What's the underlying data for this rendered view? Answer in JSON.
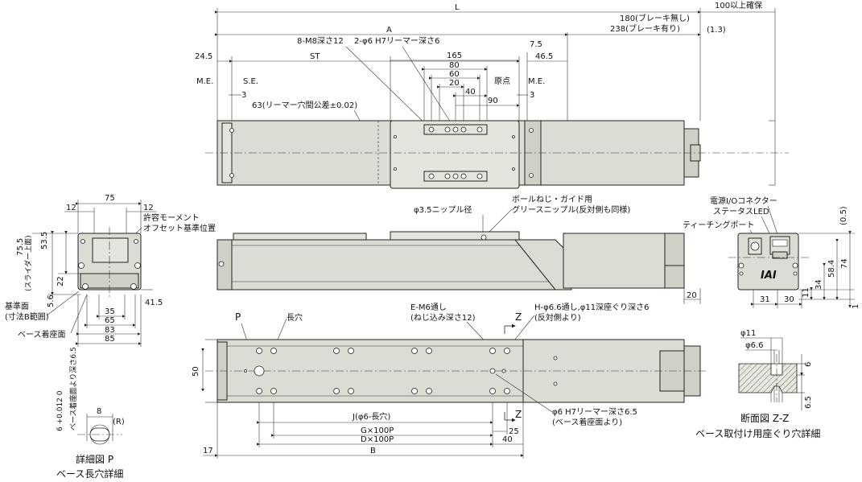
{
  "top_view": {
    "L": "L",
    "A": "A",
    "beyond": "100以上確保",
    "brake_none": "180(ブレーキ無し)",
    "brake_with": "238(ブレーキ有り)",
    "offset": "(1.3)",
    "d24_5": "24.5",
    "ST": "ST",
    "tap": "8-M8深さ12",
    "reamer": "2-φ6 H7リーマー深さ6",
    "d165": "165",
    "d80": "80",
    "d60": "60",
    "d20": "20",
    "d40": "40",
    "d90": "90",
    "d7_5": "7.5",
    "d46_5": "46.5",
    "me_left": "M.E.",
    "se": "S.E.",
    "origin": "原点",
    "me_right": "M.E.",
    "d3a": "3",
    "d3b": "3",
    "reamer_pitch": "63(リーマー穴間公差±0.02)"
  },
  "end_view": {
    "d75": "75",
    "d12a": "12",
    "d12b": "12",
    "moment1": "許容モーメント",
    "moment2": "オフセット基準位置",
    "d75_5": "75.5",
    "slider_top": "(スライダー上面)",
    "d53_5": "53.5",
    "d22": "22",
    "d5_6": "5.6",
    "d41_5": "41.5",
    "ref_face1": "基準面",
    "ref_face2": "(寸法B範囲)",
    "base_face": "ベース着座面",
    "d35": "35",
    "d65": "65",
    "d83": "83",
    "d85": "85"
  },
  "side_view": {
    "nipple": "φ3.5ニップル径",
    "grease1": "ボールねじ・ガイド用",
    "grease2": "グリースニップル(反対側も同様)",
    "d20": "20"
  },
  "right_view": {
    "power": "電源I/Oコネクター",
    "status": "ステータスLED",
    "teach": "ティーチングポート",
    "d0_5": "(0.5)",
    "d74": "74",
    "d58_4": "58.4",
    "d34": "34",
    "d11": "11",
    "d1": "1",
    "d31": "31",
    "d30": "30",
    "logo": "IAI"
  },
  "bottom_view": {
    "P": "P",
    "slot": "長穴",
    "e_holes1": "E-M6通し",
    "e_holes2": "(ねじ込み深さ12)",
    "h_holes1": "H-φ6.6通し,φ11深座ぐり深さ6",
    "h_holes2": "(反対側より)",
    "Z_top": "Z",
    "Z_bottom": "Z",
    "d50": "50",
    "ream1": "φ6 H7リーマー深さ6.5",
    "ream2": "(ベース着座面より)",
    "J": "J(φ6-長穴)",
    "d25": "25",
    "G": "G×100P",
    "D": "D×100P",
    "d40": "40",
    "d17": "17",
    "B": "B"
  },
  "detail_p": {
    "title": "詳細図 P",
    "subtitle": "ベース長穴詳細",
    "d8": "8",
    "R": "(R)",
    "tol": "6 +0.012 0",
    "depth": "ベース着座面より深さ6.5"
  },
  "section_zz": {
    "d11": "φ11",
    "d6_6": "φ6.6",
    "d6": "6",
    "d6_5": "6.5",
    "title": "断面図 Z-Z",
    "subtitle": "ベース取付け用座ぐり穴詳細"
  }
}
